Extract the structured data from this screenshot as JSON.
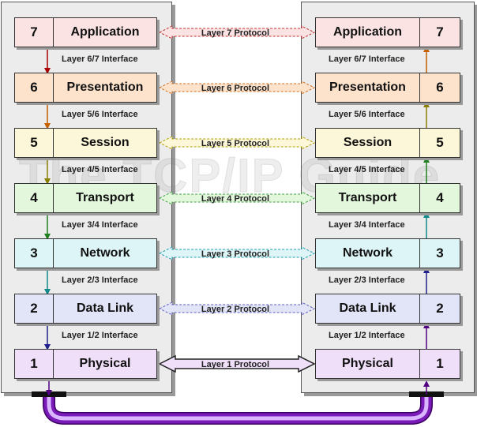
{
  "watermark": "The TCP/IP Guide",
  "layers": [
    {
      "num": "7",
      "name": "Application",
      "protocol": "Layer 7 Protocol",
      "fill": "#fbe3e3",
      "dash": "#c23030",
      "arrow": "#aa0000"
    },
    {
      "num": "6",
      "name": "Presentation",
      "protocol": "Layer 6 Protocol",
      "fill": "#fde2cc",
      "dash": "#d07020",
      "arrow": "#c46000"
    },
    {
      "num": "5",
      "name": "Session",
      "protocol": "Layer 5 Protocol",
      "fill": "#fcf7d9",
      "dash": "#b0a000",
      "arrow": "#8a8000"
    },
    {
      "num": "4",
      "name": "Transport",
      "protocol": "Layer 4 Protocol",
      "fill": "#e3f7dc",
      "dash": "#40a040",
      "arrow": "#208020"
    },
    {
      "num": "3",
      "name": "Network",
      "protocol": "Layer 3 Protocol",
      "fill": "#def5f8",
      "dash": "#20a0b0",
      "arrow": "#108a8a"
    },
    {
      "num": "2",
      "name": "Data Link",
      "protocol": "Layer 2 Protocol",
      "fill": "#e2e4f7",
      "dash": "#6060c0",
      "arrow": "#20208a"
    },
    {
      "num": "1",
      "name": "Physical",
      "protocol": "Layer 1 Protocol",
      "fill": "#efdff8",
      "dash": "#8040a0",
      "arrow": "#500080"
    }
  ],
  "interfaces": [
    "Layer 6/7 Interface",
    "Layer 5/6 Interface",
    "Layer 4/5 Interface",
    "Layer 3/4 Interface",
    "Layer 2/3 Interface",
    "Layer 1/2 Interface"
  ],
  "cable_colors": {
    "outer": "#7a1ab8",
    "inner": "#d9b6ff"
  }
}
